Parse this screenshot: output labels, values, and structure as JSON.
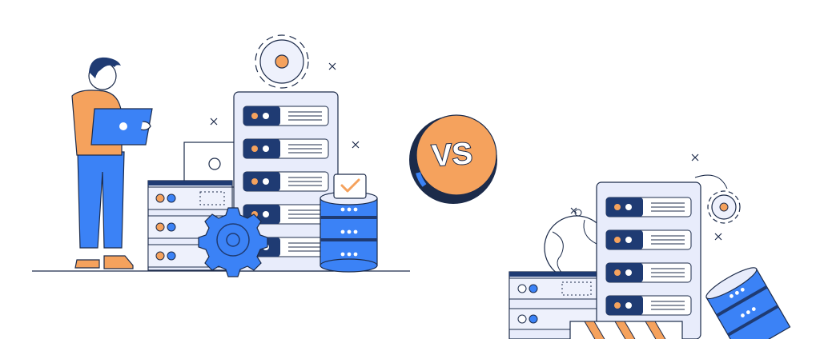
{
  "vs_badge": {
    "label": "VS"
  },
  "colors": {
    "navy": "#1f3b73",
    "blue": "#3b82f6",
    "light_blue": "#e8ecfb",
    "orange": "#f5a25d",
    "ink": "#1c2b4a",
    "white": "#ffffff"
  },
  "icons": [
    "person-with-laptop",
    "gear-icon",
    "server-rack",
    "database-icon",
    "checkmark-icon",
    "sparkle-icon",
    "globe-icon"
  ]
}
